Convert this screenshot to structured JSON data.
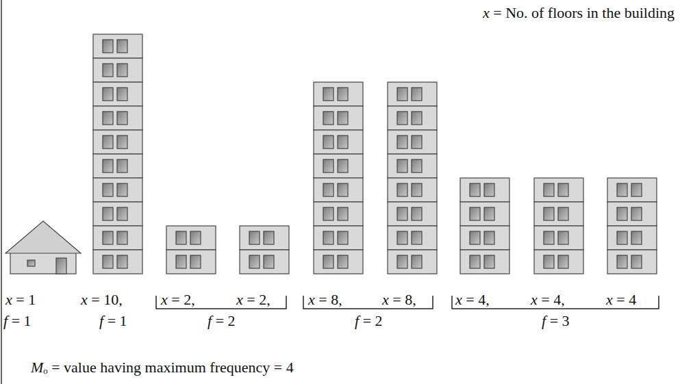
{
  "diagram": {
    "labels": [
      "x = No. of floors in the building",
      "x = 1",
      "x = 10,",
      "x = 2,",
      "x = 2,",
      "x = 8,",
      "x = 8,",
      "x = 4,",
      "x = 4,",
      "x = 4",
      "f = 1",
      "f = 1",
      "f = 2",
      "f = 2",
      "f = 3",
      "Mₒ = value having maximum frequency = 4"
    ]
  }
}
